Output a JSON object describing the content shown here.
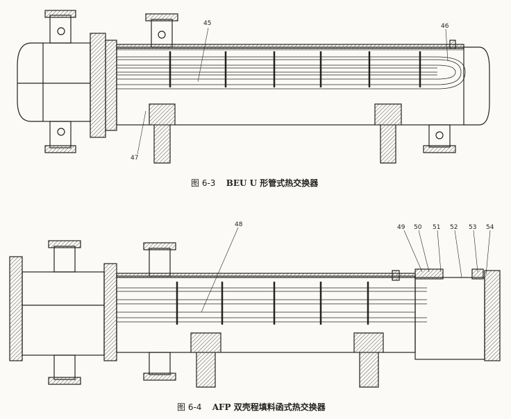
{
  "figure1": {
    "caption_number": "图 6-3",
    "caption_title": "BEU U 形管式热交换器",
    "callouts": [
      "45",
      "46",
      "47"
    ]
  },
  "figure2": {
    "caption_number": "图 6-4",
    "caption_title": "AFP 双壳程填料函式热交换器",
    "callouts": [
      "48",
      "49",
      "50",
      "51",
      "52",
      "53",
      "54"
    ]
  },
  "colors": {
    "line": "#222222",
    "hatch": "#555555",
    "paper": "#fbfaf6"
  }
}
